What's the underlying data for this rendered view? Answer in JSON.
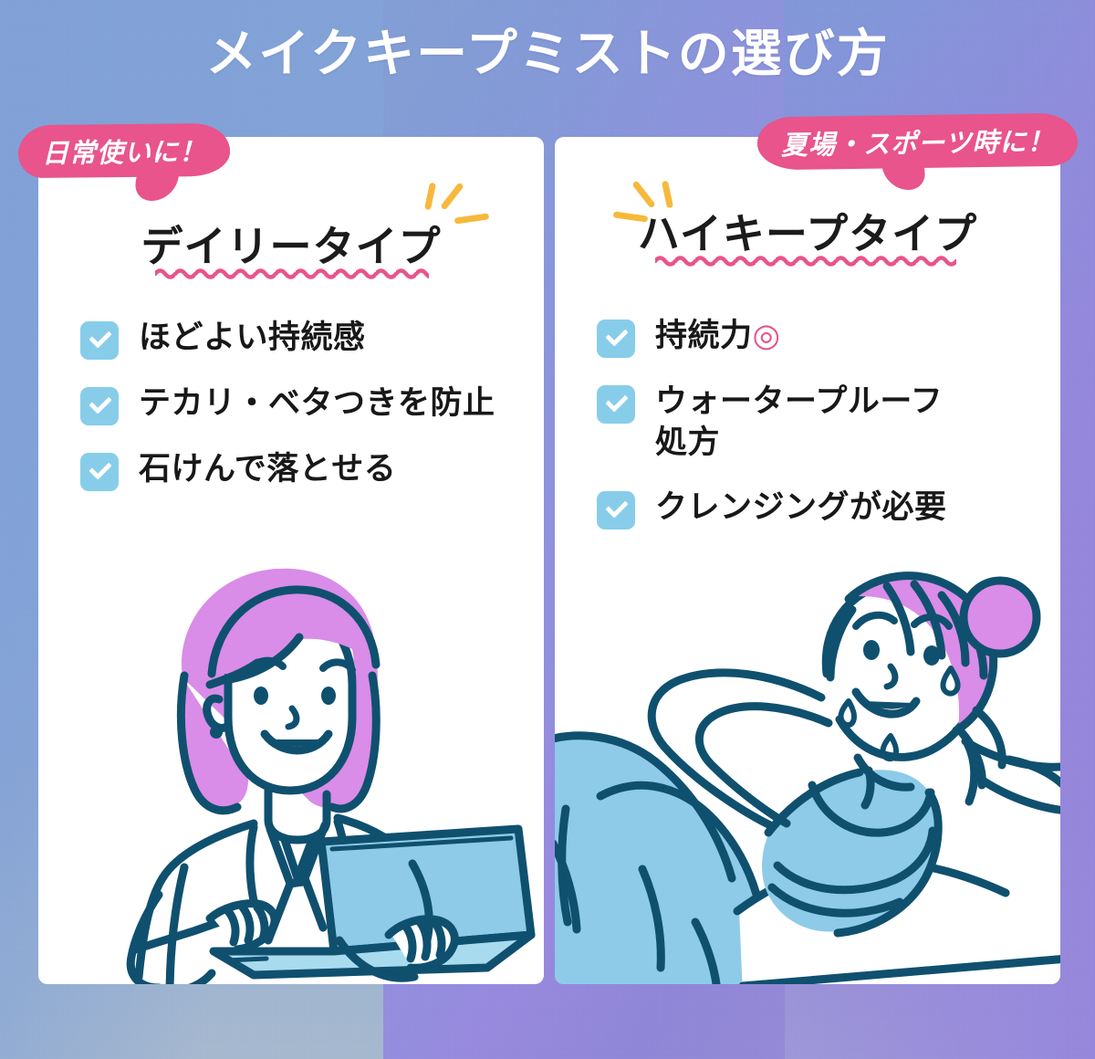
{
  "page": {
    "title": "メイクキープミストの選び方",
    "background_gradient_from": "#7b9dd4",
    "background_gradient_to": "#9383db"
  },
  "theme": {
    "pink": "#e8548b",
    "checkbox_blue": "#87cdea",
    "sparkle_yellow": "#f6b93b",
    "line_navy": "#10506f",
    "hair_purple": "#d98ce8",
    "card_white": "#ffffff",
    "heading_text": "#1b1b1b"
  },
  "cards": [
    {
      "id": "daily",
      "badge": "日常使いに！",
      "heading": "デイリータイプ",
      "bullets": [
        {
          "label": "ほどよい持続感",
          "mark": ""
        },
        {
          "label": "テカリ・ベタつきを防止",
          "mark": ""
        },
        {
          "label": "石けんで落とせる",
          "mark": ""
        }
      ],
      "illustration": "woman-with-laptop"
    },
    {
      "id": "highkeep",
      "badge": "夏場・スポーツ時に！",
      "heading": "ハイキープタイプ",
      "bullets": [
        {
          "label": "持続力",
          "mark": "◎"
        },
        {
          "label": "ウォータープルーフ処方",
          "mark": ""
        },
        {
          "label": "クレンジングが必要",
          "mark": ""
        }
      ],
      "illustration": "woman-exercising"
    }
  ]
}
